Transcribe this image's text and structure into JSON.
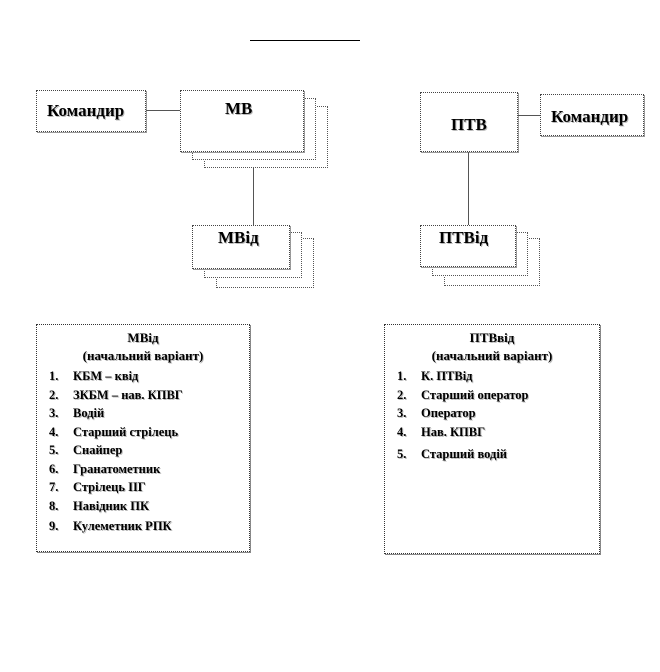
{
  "nodes": {
    "commander_left": "Командир",
    "mv": "МВ",
    "mvid": "МВід",
    "ptv": "ПТВ",
    "commander_right": "Командир",
    "ptvid": "ПТВід"
  },
  "panels": {
    "left": {
      "title": "МВід",
      "subtitle": "(начальний варіант)",
      "items": [
        {
          "num": "1.",
          "text": "КБМ – квід"
        },
        {
          "num": "2.",
          "text": "ЗКБМ – нав. КПВГ"
        },
        {
          "num": "3.",
          "text": "Водій"
        },
        {
          "num": "4.",
          "text": "Старший стрілець"
        },
        {
          "num": "5.",
          "text": "Снайпер"
        },
        {
          "num": "6.",
          "text": "Гранатометник"
        },
        {
          "num": "7.",
          "text": "Стрілець ІІГ"
        },
        {
          "num": "8.",
          "text": "Навідник ПК"
        },
        {
          "num": "9.",
          "text": "Кулеметник РПК"
        }
      ]
    },
    "right": {
      "title": "ПТВвід",
      "subtitle": "(начальний варіант)",
      "items": [
        {
          "num": "1.",
          "text": "К. ПТВід"
        },
        {
          "num": "2.",
          "text": "Старший оператор"
        },
        {
          "num": "3.",
          "text": "Оператор"
        },
        {
          "num": "4.",
          "text": "Нав. КПВГ"
        },
        {
          "num": "5.",
          "text": "Старший водій"
        }
      ]
    }
  }
}
